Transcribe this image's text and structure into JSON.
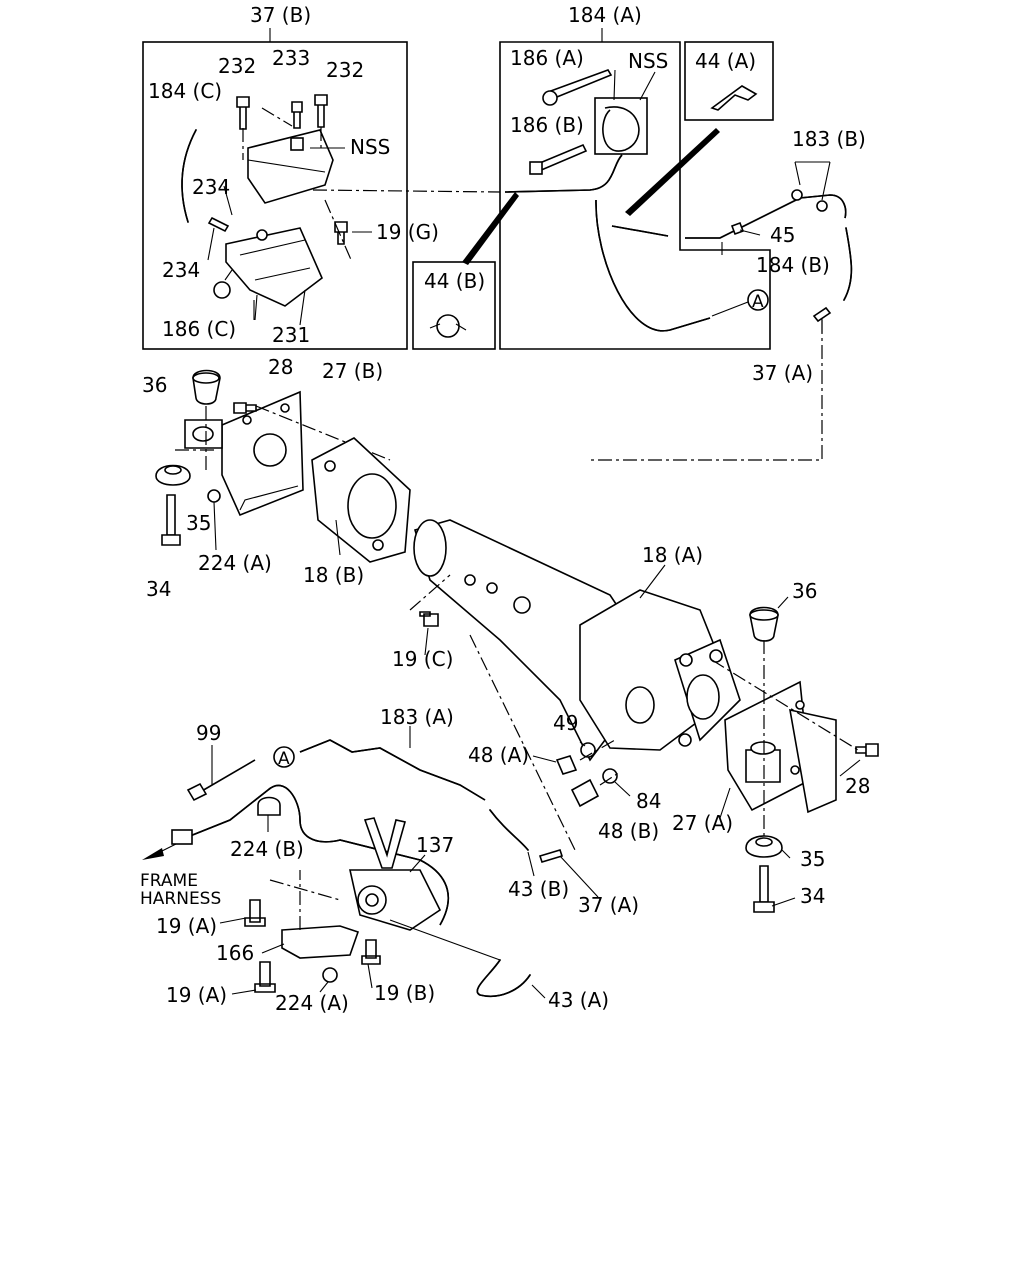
{
  "diagram": {
    "labels": {
      "l_37b": "37 (B)",
      "l_184a": "184 (A)",
      "l_232a": "232",
      "l_233": "233",
      "l_232b": "232",
      "l_184c": "184 (C)",
      "l_nss1": "NSS",
      "l_234a": "234",
      "l_19g": "19 (G)",
      "l_234b": "234",
      "l_186c": "186 (C)",
      "l_231": "231",
      "l_186a": "186 (A)",
      "l_nss2": "NSS",
      "l_186b": "186 (B)",
      "l_44a": "44 (A)",
      "l_183b": "183 (B)",
      "l_45": "45",
      "l_184b": "184 (B)",
      "l_44b": "44 (B)",
      "l_37a_top": "37 (A)",
      "l_36_left": "36",
      "l_28_top": "28",
      "l_27b": "27 (B)",
      "l_35_left": "35",
      "l_224a_top": "224 (A)",
      "l_18b": "18 (B)",
      "l_34_left": "34",
      "l_18a": "18 (A)",
      "l_36_right": "36",
      "l_19c": "19 (C)",
      "l_99": "99",
      "l_183a": "183 (A)",
      "l_49": "49",
      "l_48a": "48 (A)",
      "l_84": "84",
      "l_48b": "48 (B)",
      "l_27a": "27 (A)",
      "l_28_right": "28",
      "l_35_right": "35",
      "l_34_right": "34",
      "l_224b": "224 (B)",
      "l_137": "137",
      "l_43b": "43 (B)",
      "l_37a_bottom": "37 (A)",
      "l_frame1": "FRAME",
      "l_frame2": "HARNESS",
      "l_19a_top": "19 (A)",
      "l_166": "166",
      "l_19a_bottom": "19 (A)",
      "l_224a_bottom": "224 (A)",
      "l_19b": "19 (B)",
      "l_43a": "43 (A)",
      "callout_a1": "A",
      "callout_a2": "A"
    }
  }
}
